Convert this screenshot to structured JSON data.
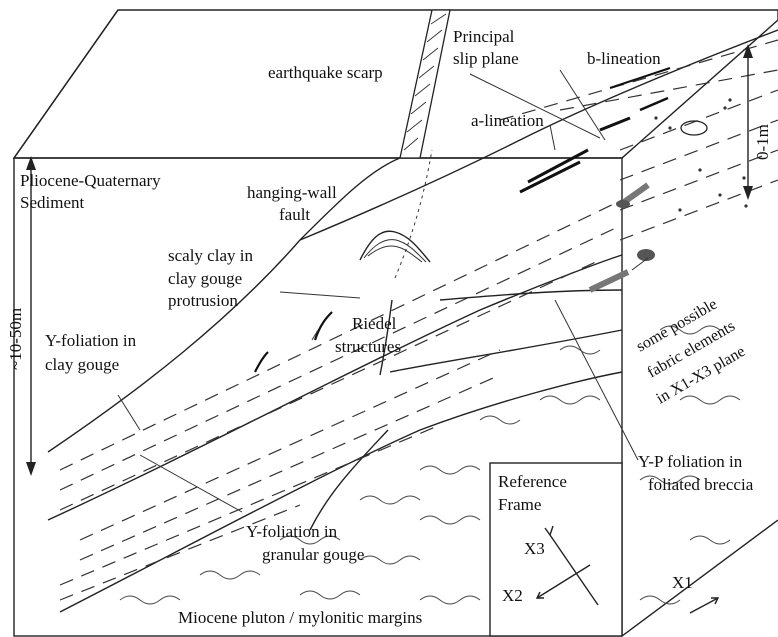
{
  "labels": {
    "earthquake_scarp": "earthquake scarp",
    "principal_slip_1": "Principal",
    "principal_slip_2": "slip plane",
    "b_lineation": "b-lineation",
    "a_lineation": "a-lineation",
    "sediment_1": "Pliocene-Quaternary",
    "sediment_2": "Sediment",
    "hanging_wall_1": "hanging-wall",
    "hanging_wall_2": "fault",
    "scaly_1": "scaly clay in",
    "scaly_2": "clay gouge",
    "scaly_3": "protrusion",
    "riedel_1": "Riedel",
    "riedel_2": "structures",
    "yfol_clay_1": "Y-foliation in",
    "yfol_clay_2": "clay gouge",
    "fabric_1": "some possible",
    "fabric_2": "fabric elements",
    "fabric_3": "in X1-X3 plane",
    "yp_1": "Y-P foliation in",
    "yp_2": "foliated breccia",
    "yfol_gran_1": "Y-foliation in",
    "yfol_gran_2": "granular gouge",
    "pluton": "Miocene pluton / mylonitic margins",
    "thickness": "~10-50m",
    "thickness_small": "0-1m",
    "ref_1": "Reference",
    "ref_2": "Frame",
    "x3": "X3",
    "x2": "X2",
    "x1": "X1"
  }
}
